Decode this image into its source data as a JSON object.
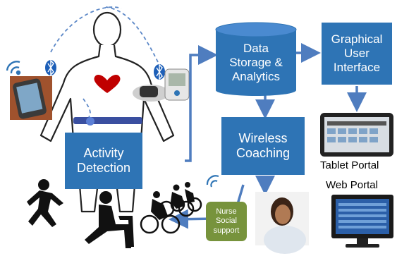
{
  "nodes": {
    "data_storage": "Data\nStorage &\nAnalytics",
    "gui": "Graphical\nUser\nInterface",
    "wireless": "Wireless\nCoaching",
    "activity": "Activity\nDetection",
    "nurse": "Nurse\nSocial\nsupport"
  },
  "labels": {
    "tablet": "Tablet Portal",
    "web": "Web Portal"
  },
  "colors": {
    "box": "#2e74b5",
    "arrow": "#4f7dbf",
    "nurse": "#77933c"
  },
  "icons": [
    "bluetooth-icon",
    "wifi-icon",
    "heart-icon",
    "human-body-icon",
    "smartphone-icon",
    "blood-pressure-monitor-icon",
    "runner-icon",
    "sitting-person-icon",
    "cyclists-icon",
    "nurse-photo",
    "tablet-icon",
    "monitor-icon"
  ]
}
